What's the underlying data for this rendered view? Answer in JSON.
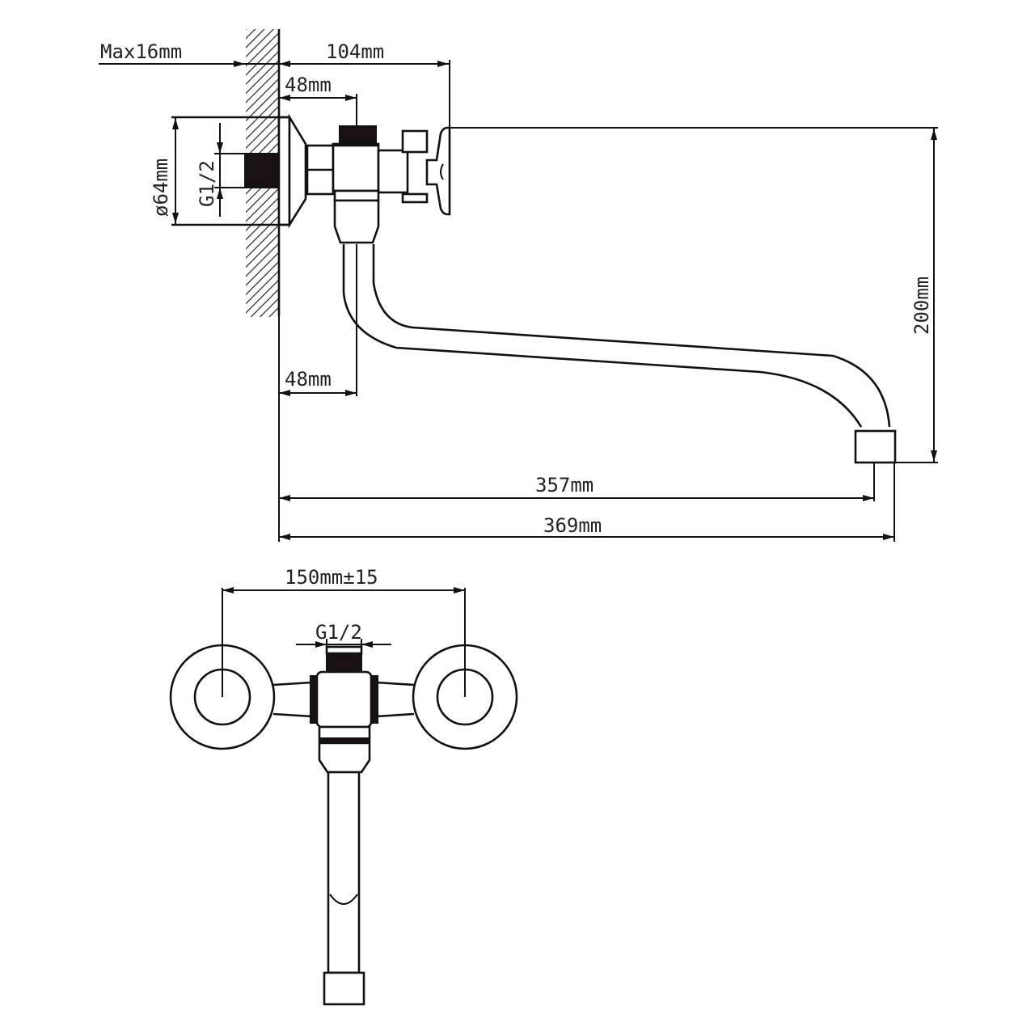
{
  "title": "Wall-mounted faucet dimension drawing",
  "side_view": {
    "dimensions": {
      "wall_thickness": "Max16mm",
      "body_depth": "104mm",
      "outlet_offset_top": "48mm",
      "flange_diameter": "ø64mm",
      "inlet_thread": "G1/2",
      "spout_height": "200mm",
      "spout_offset_bottom": "48mm",
      "spout_reach_inner": "357mm",
      "spout_reach_total": "369mm"
    }
  },
  "top_view": {
    "dimensions": {
      "center_distance": "150mm±15",
      "outlet_thread": "G1/2"
    }
  },
  "colors": {
    "line": "#111111",
    "background": "#ffffff",
    "fill_dark": "#1a1212"
  }
}
